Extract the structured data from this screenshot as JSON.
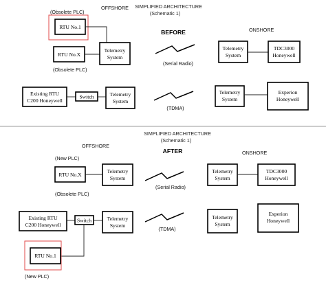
{
  "top": {
    "heading_line1": "SIMPLIFIED ARCHITECTURE",
    "heading_line2": "(Schematic 1)",
    "stage": "BEFORE",
    "offshore_label": "OFFSHORE",
    "onshore_label": "ONSHORE",
    "obsolete_plc_top": "(Obsolete PLC)",
    "rtu1": "RTU No.1",
    "rtux": "RTU No.X",
    "obsolete_plc_bottom": "(Obsolete PLC)",
    "telemetry1": [
      "Telemetry",
      "System"
    ],
    "serial_radio": "(Serial Radio)",
    "onshore_telemetry1": [
      "Telemetry",
      "System"
    ],
    "tdc3000": [
      "TDC3000",
      "Honeywell"
    ],
    "existing_rtu": [
      "Existing RTU",
      "C200 Honeywell"
    ],
    "switch": "Switch",
    "telemetry2": [
      "Telemetry",
      "System"
    ],
    "tdma": "(TDMA)",
    "onshore_telemetry2": [
      "Telemetry",
      "System"
    ],
    "experion": [
      "Experion",
      "Honeywell"
    ]
  },
  "bottom": {
    "heading_line1": "SIMPLIFIED ARCHITECTURE",
    "heading_line2": "(Schematic 1)",
    "stage": "AFTER",
    "offshore_label": "OFFSHORE",
    "onshore_label": "ONSHORE",
    "new_plc_top": "(New PLC)",
    "rtux": "RTU No.X",
    "obsolete_plc": "(Obsolete PLC)",
    "telemetry1": [
      "Telemetry",
      "System"
    ],
    "serial_radio": "(Serial Radio)",
    "onshore_telemetry1": [
      "Telemetry",
      "System"
    ],
    "tdc3000": [
      "TDC3000",
      "Honeywell"
    ],
    "existing_rtu": [
      "Existing RTU",
      "C200 Honeywell"
    ],
    "switch": "Switch",
    "telemetry2": [
      "Telemetry",
      "System"
    ],
    "tdma": "(TDMA)",
    "onshore_telemetry2": [
      "Telemetry",
      "System"
    ],
    "experion": [
      "Experion",
      "Honeywell"
    ],
    "rtu1": "RTU No.1",
    "new_plc_bottom": "(New PLC)"
  },
  "colors": {
    "highlight": "#e0484a",
    "divider": "#999999"
  }
}
